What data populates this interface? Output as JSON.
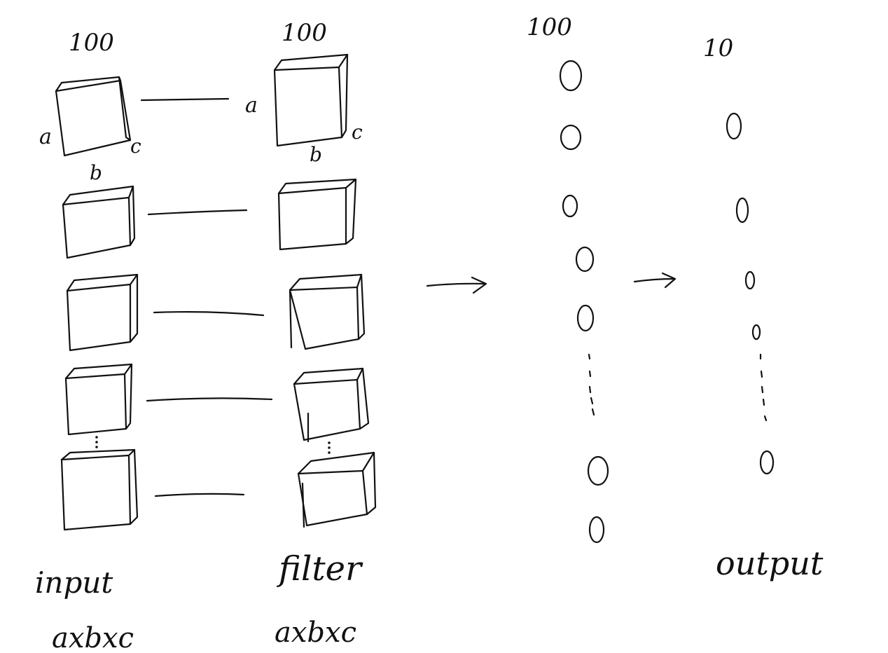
{
  "colors": {
    "ink": "#111111",
    "paper": "#ffffff"
  },
  "input": {
    "count_label": "100",
    "dim_a": "a",
    "dim_b": "b",
    "dim_c": "c",
    "name": "input",
    "shape": "axbxc"
  },
  "filter": {
    "count_label": "100",
    "dim_a": "a",
    "dim_b": "b",
    "dim_c": "c",
    "name": "filter",
    "shape": "axbxc"
  },
  "hidden": {
    "count_label": "100"
  },
  "output": {
    "count_label": "10",
    "name": "output"
  }
}
